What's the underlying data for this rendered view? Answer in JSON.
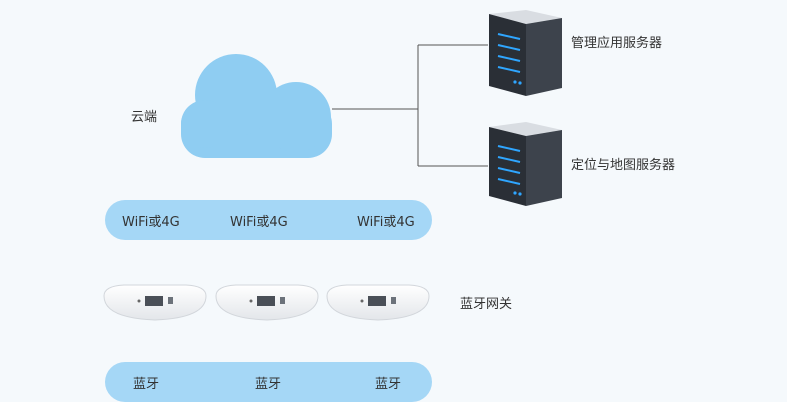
{
  "cloud": {
    "label": "云端",
    "color": "#8fcdf2"
  },
  "servers": [
    {
      "label": "管理应用服务器"
    },
    {
      "label": "定位与地图服务器"
    }
  ],
  "network_bar": {
    "segments": [
      "WiFi或4G",
      "WiFi或4G",
      "WiFi或4G"
    ]
  },
  "gateway": {
    "label": "蓝牙网关",
    "count": 3
  },
  "bluetooth_bar": {
    "segments": [
      "蓝牙",
      "蓝牙",
      "蓝牙"
    ]
  },
  "colors": {
    "pill": "#a5d7f6",
    "server_body": "#2a2f36",
    "server_led": "#2fa6ff"
  }
}
